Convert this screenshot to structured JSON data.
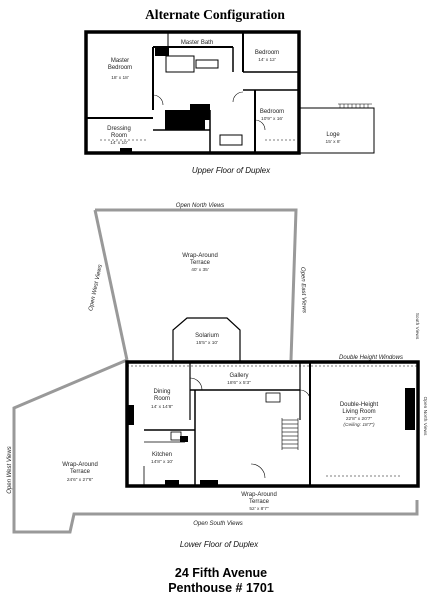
{
  "title": "Alternate Configuration",
  "upper_floor": {
    "caption": "Upper Floor of Duplex",
    "rooms": {
      "master_bath": "Master Bath",
      "master_bedroom": {
        "name": "Master\nBedroom",
        "dims": "18' x 18'"
      },
      "bedroom1": {
        "name": "Bedroom",
        "dims": "14' x 12'"
      },
      "bedroom2": {
        "name": "Bedroom",
        "dims": "10'9\" x 16'"
      },
      "dressing": {
        "name": "Dressing\nRoom",
        "dims": "14' x 10'"
      },
      "loge": {
        "name": "Loge",
        "dims": "15' x 8'"
      }
    }
  },
  "lower_floor": {
    "caption": "Lower Floor of Duplex",
    "views": {
      "north": "Open North Views",
      "west": "Open West Views",
      "east": "Open East Views",
      "south": "Open South Views",
      "west2": "Open West Views",
      "north_side": "Open North Views",
      "dbl_windows": "Double Height Windows",
      "south_side": "South Views"
    },
    "rooms": {
      "terrace_top": {
        "name": "Wrap-Around\nTerrace",
        "dims": "40' x 35'"
      },
      "solarium": {
        "name": "Solarium",
        "dims": "15'5\" x 10'"
      },
      "gallery": {
        "name": "Gallery",
        "dims": "18'6\" x 5'3\""
      },
      "dining": {
        "name": "Dining\nRoom",
        "dims": "14' x 14'8\""
      },
      "kitchen": {
        "name": "Kitchen",
        "dims": "14'8\" x 10'"
      },
      "living": {
        "name": "Double-Height\nLiving Room",
        "dims": "22'8\" x 20'7\"",
        "ceiling": "(Ceiling: 18'7\")"
      },
      "terrace_left": {
        "name": "Wrap-Around\nTerrace",
        "dims": "24'6\" x 27'6\""
      },
      "terrace_bottom": {
        "name": "Wrap-Around\nTerrace",
        "dims": "52' x 8'7\""
      }
    }
  },
  "address": {
    "line1": "24 Fifth Avenue",
    "line2": "Penthouse # 1701"
  }
}
